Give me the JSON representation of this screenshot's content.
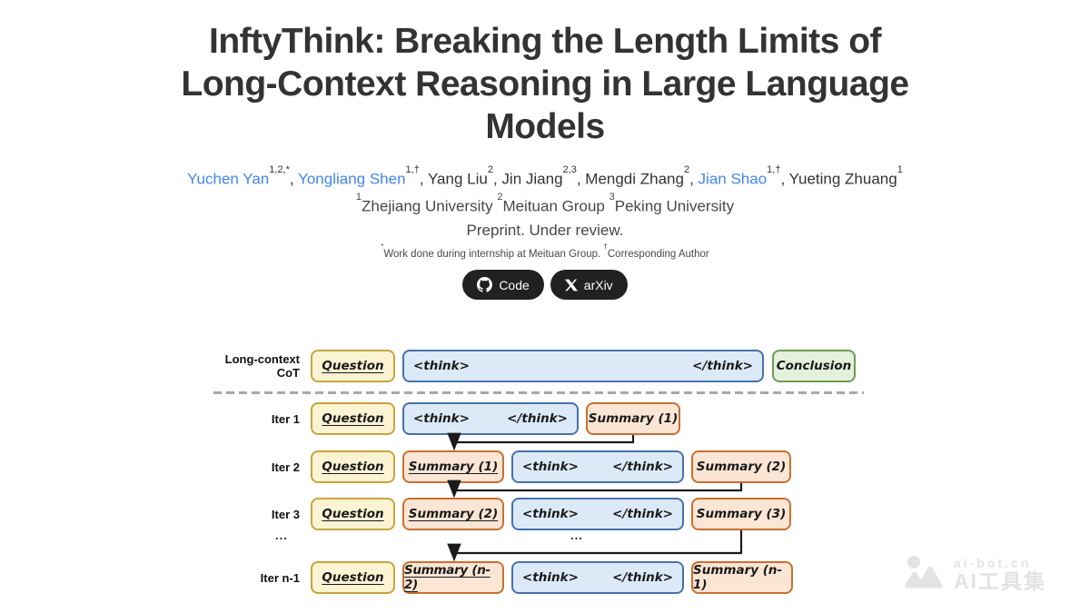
{
  "header": {
    "title_lines": [
      "InftyThink: Breaking the Length Limits of",
      "Long-Context Reasoning in Large Language",
      "Models"
    ],
    "authors": [
      {
        "name": "Yuchen Yan",
        "sup": "1,2,*",
        "link": true
      },
      {
        "name": "Yongliang Shen",
        "sup": "1,†",
        "link": true
      },
      {
        "name": "Yang Liu",
        "sup": "2",
        "link": false
      },
      {
        "name": "Jin Jiang",
        "sup": "2,3",
        "link": false
      },
      {
        "name": "Mengdi Zhang",
        "sup": "2",
        "link": false
      },
      {
        "name": "Jian Shao",
        "sup": "1,†",
        "link": true
      },
      {
        "name": "Yueting Zhuang",
        "sup": "1",
        "link": false
      }
    ],
    "affiliations": [
      {
        "sup": "1",
        "name": "Zhejiang University"
      },
      {
        "sup": "2",
        "name": "Meituan Group"
      },
      {
        "sup": "3",
        "name": "Peking University"
      }
    ],
    "status": "Preprint. Under review.",
    "footnotes": [
      {
        "sup": "*",
        "text": "Work done during internship at Meituan Group."
      },
      {
        "sup": "†",
        "text": "Corresponding Author"
      }
    ],
    "buttons": {
      "code_label": "Code",
      "arxiv_label": "arXiv"
    }
  },
  "diagram": {
    "question_label": "Question",
    "conclusion_label": "Conclusion",
    "think_open": "<think>",
    "think_close": "</think>",
    "ellipsis": "...",
    "rows": [
      {
        "label_lines": [
          "Long-context",
          "CoT"
        ]
      },
      {
        "label": "Iter 1",
        "summary_out": "Summary (1)"
      },
      {
        "label": "Iter 2",
        "summary_in": "Summary (1)",
        "summary_out": "Summary (2)"
      },
      {
        "label": "Iter 3",
        "summary_in": "Summary (2)",
        "summary_out": "Summary (3)"
      },
      {
        "label": "Iter n-1",
        "summary_in": "Summary (n-2)",
        "summary_out": "Summary (n-1)"
      }
    ],
    "colors": {
      "question_fill": "#FCF3D3",
      "question_border": "#C9A43B",
      "think_fill": "#DCE9F7",
      "think_border": "#4871AC",
      "conclusion_fill": "#E3F0DC",
      "conclusion_border": "#6C9B52",
      "summary_fill": "#FBE5D4",
      "summary_border": "#C9702E",
      "button_bg": "#212121",
      "link_blue": "#4285F4",
      "arrow": "#1a1a1a",
      "divider": "#a8a8a8"
    }
  },
  "watermark": {
    "line1": "ai-bot.cn",
    "line2": "AI工具集"
  }
}
